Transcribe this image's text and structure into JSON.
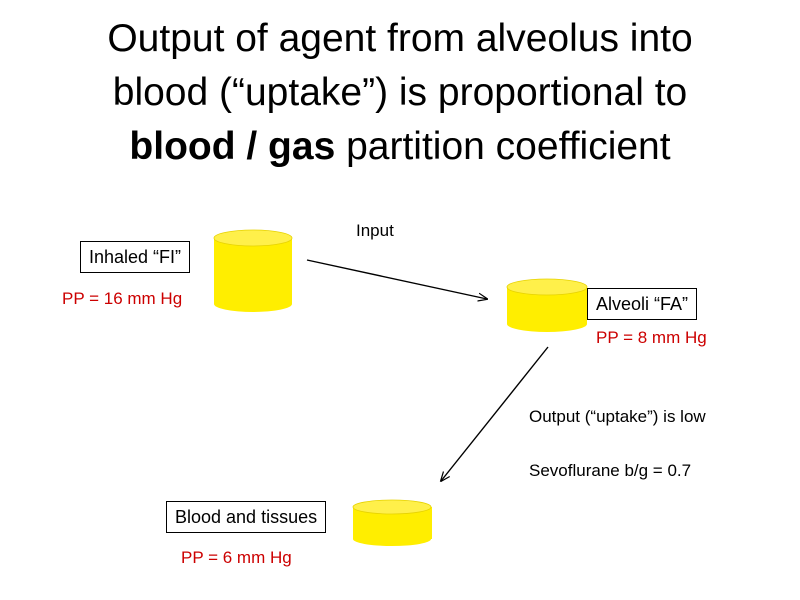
{
  "title": {
    "line1": "Output of agent from alveolus into",
    "line2": "blood (“uptake”) is proportional to",
    "line3_bold": "blood / gas",
    "line3_rest": " partition  coefficient"
  },
  "compartments": {
    "inhaled": {
      "label": "Inhaled “FI”",
      "pp": "PP = 16 mm Hg"
    },
    "alveoli": {
      "label": "Alveoli “FA”",
      "pp": "PP = 8 mm Hg"
    },
    "blood": {
      "label": "Blood and tissues",
      "pp": "PP = 6 mm Hg"
    }
  },
  "arrows": {
    "input_label": "Input"
  },
  "notes": {
    "output": "Output (“uptake”) is low",
    "coefficient": "Sevoflurane b/g = 0.7"
  },
  "colors": {
    "cylinder_fill": "#ffee00",
    "cylinder_top": "#fff04a",
    "pp_text": "#cc0000"
  }
}
